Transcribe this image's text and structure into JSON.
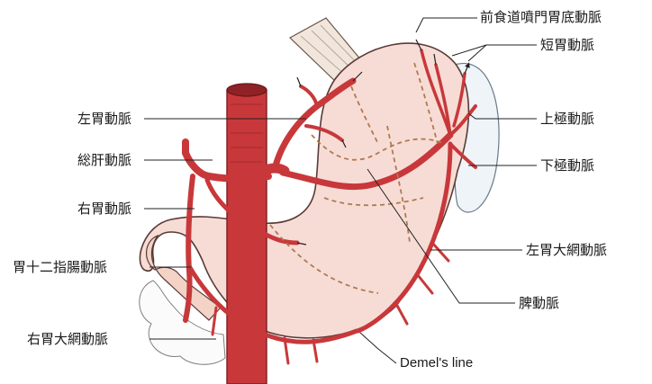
{
  "labels": {
    "anterior_fundic_artery": "前食道噴門胃底動脈",
    "short_gastric_arteries": "短胃動脈",
    "left_gastric_artery": "左胃動脈",
    "upper_pole_artery": "上極動脈",
    "common_hepatic_artery": "総肝動脈",
    "lower_pole_artery": "下極動脈",
    "right_gastric_artery": "右胃動脈",
    "left_gastroepiploic_artery": "左胃大網動脈",
    "gastroduodenal_artery": "胃十二指腸動脈",
    "splenic_artery": "脾動脈",
    "right_gastroepiploic_artery": "右胃大網動脈",
    "demels_line": "Demel's line"
  },
  "colors": {
    "artery": "#c8383a",
    "artery_dark": "#9c2226",
    "stomach_fill": "#f7dcd6",
    "stomach_outline": "#5a3a36",
    "spleen_fill": "#eef4f8",
    "dashed_vessel": "#b07a50",
    "leader_line": "#222222",
    "label_text": "#1a1a1a"
  }
}
